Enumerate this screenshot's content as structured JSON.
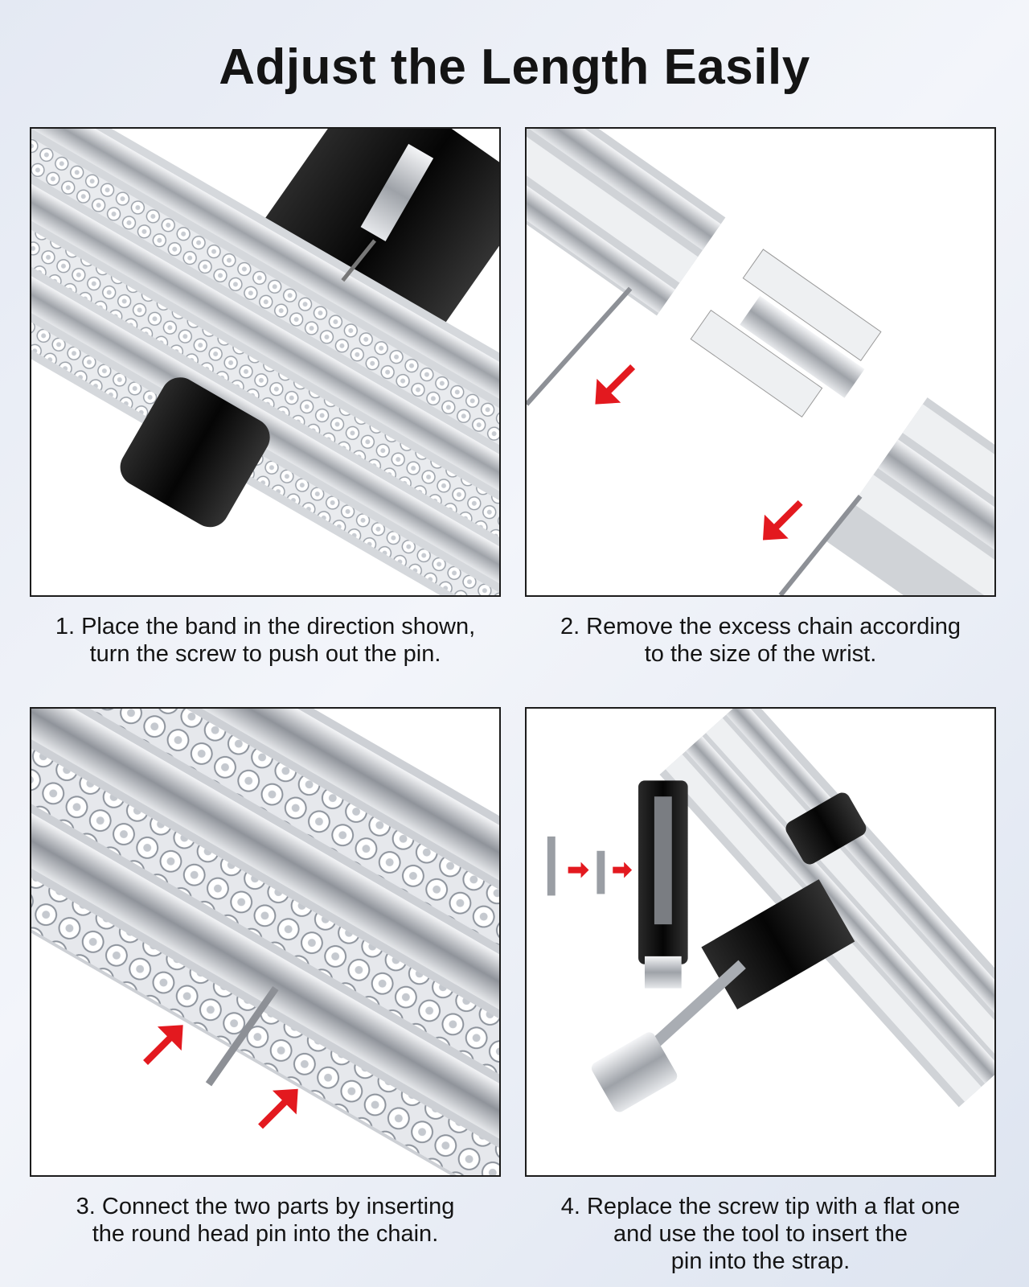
{
  "title": "Adjust the Length Easily",
  "steps": [
    {
      "line1": "1. Place the band in the direction shown,",
      "line2": "turn the screw to push out the pin.",
      "line3": ""
    },
    {
      "line1": "2. Remove the excess chain according",
      "line2": "to the size of the wrist.",
      "line3": ""
    },
    {
      "line1": "3. Connect the two parts by inserting",
      "line2": "the round head pin into the chain.",
      "line3": ""
    },
    {
      "line1": "4. Replace the screw tip with a flat one",
      "line2": "and use the tool to insert the",
      "line3": "pin into the strap."
    }
  ],
  "colors": {
    "arrow": "#e3191f",
    "tool": "#111111",
    "steel": "#b9bcc1",
    "frame": "#1c1c1c"
  }
}
